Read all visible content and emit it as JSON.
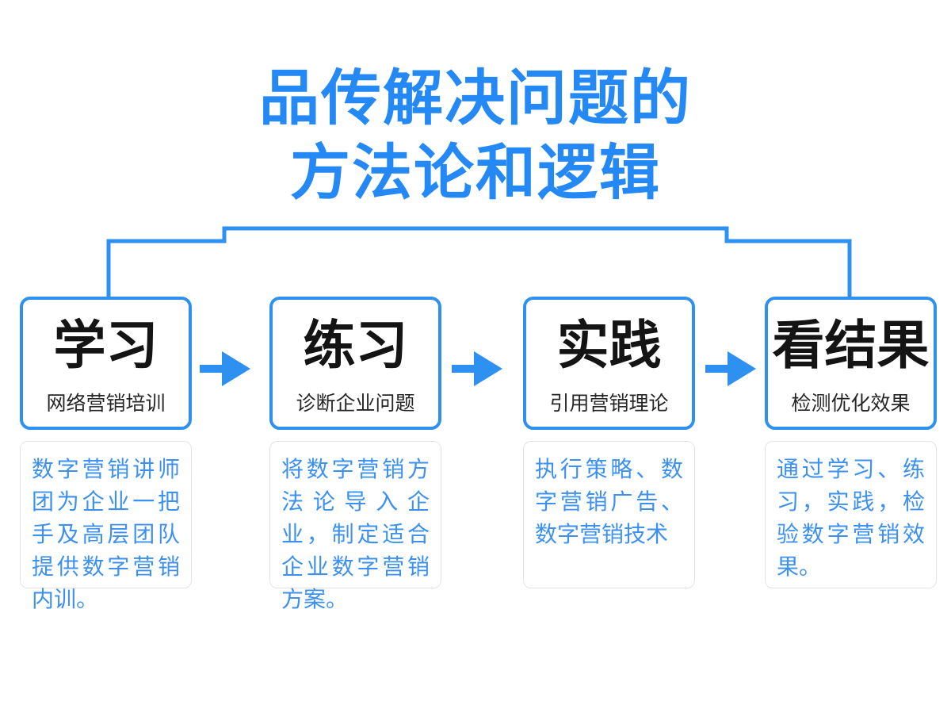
{
  "diagram": {
    "title": {
      "line1": "品传解决问题的",
      "line2": "方法论和逻辑",
      "color": "#2589F5"
    },
    "accent_color": "#2E90F0",
    "desc_text_color": "#3C90EF",
    "desc_border_color": "#e3e3e3",
    "connector": {
      "name": "bracket-connector",
      "color": "#2E90F0"
    },
    "arrow_label": "arrow-right",
    "stages": [
      {
        "title": "学习",
        "subtitle": "网络营销培训",
        "description": "数字营销讲师团为企业一把手及高层团队提供数字营销内训。"
      },
      {
        "title": "练习",
        "subtitle": "诊断企业问题",
        "description": "将数字营销方法论导入企业，制定适合企业数字营销方案。"
      },
      {
        "title": "实践",
        "subtitle": "引用营销理论",
        "description": "执行策略、数字营销广告、数字营销技术"
      },
      {
        "title": "看结果",
        "subtitle": "检测优化效果",
        "description": "通过学习、练习，实践，检验数字营销效果。"
      }
    ]
  }
}
